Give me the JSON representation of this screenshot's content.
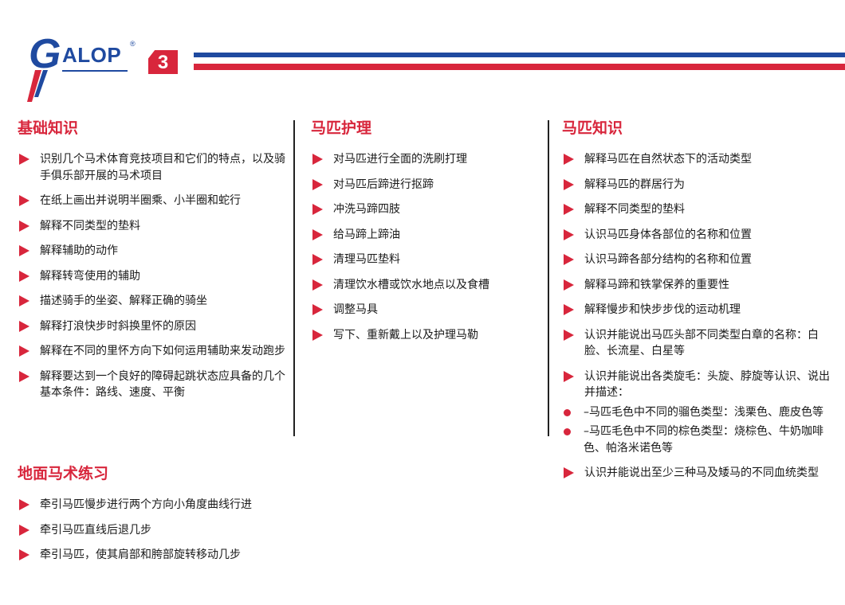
{
  "logo": {
    "letter": "G",
    "word": "ALOP",
    "registered": "®",
    "level": "3"
  },
  "colors": {
    "red": "#d8263c",
    "blue": "#1f4aa0"
  },
  "sections": {
    "basic": {
      "title": "基础知识",
      "items": [
        "识别几个马术体育竞技项目和它们的特点，以及骑手俱乐部开展的马术项目",
        "在纸上画出并说明半圈乘、小半圈和蛇行",
        "解释不同类型的垫料",
        "解释辅助的动作",
        "解释转弯使用的辅助",
        "描述骑手的坐姿、解释正确的骑坐",
        "解释打浪快步时斜换里怀的原因",
        "解释在不同的里怀方向下如何运用辅助来发动跑步",
        "解释要达到一个良好的障碍起跳状态应具备的几个基本条件：路线、速度、平衡"
      ]
    },
    "care": {
      "title": "马匹护理",
      "items": [
        "对马匹进行全面的洗刷打理",
        "对马匹后蹄进行抠蹄",
        "冲洗马蹄四肢",
        "给马蹄上蹄油",
        "清理马匹垫料",
        "清理饮水槽或饮水地点以及食槽",
        "调整马具",
        "写下、重新戴上以及护理马勒"
      ]
    },
    "knowledge": {
      "title": "马匹知识",
      "items": [
        "解释马匹在自然状态下的活动类型",
        "解释马匹的群居行为",
        "解释不同类型的垫料",
        "认识马匹身体各部位的名称和位置",
        "认识马蹄各部分结构的名称和位置",
        "解释马蹄和铁掌保养的重要性",
        "解释慢步和快步步伐的运动机理",
        "认识并能说出马匹头部不同类型白章的名称：白脸、长流星、白星等",
        "认识并能说出各类旋毛：头旋、脖旋等认识、说出并描述："
      ],
      "sub_items": [
        "–马匹毛色中不同的骝色类型：浅栗色、鹿皮色等",
        "–马匹毛色中不同的棕色类型：烧棕色、牛奶咖啡色、帕洛米诺色等"
      ],
      "last_item": "认识并能说出至少三种马及矮马的不同血统类型"
    },
    "groundwork": {
      "title": "地面马术练习",
      "items": [
        "牵引马匹慢步进行两个方向小角度曲线行进",
        "牵引马匹直线后退几步",
        "牵引马匹，使其肩部和胯部旋转移动几步"
      ]
    }
  }
}
